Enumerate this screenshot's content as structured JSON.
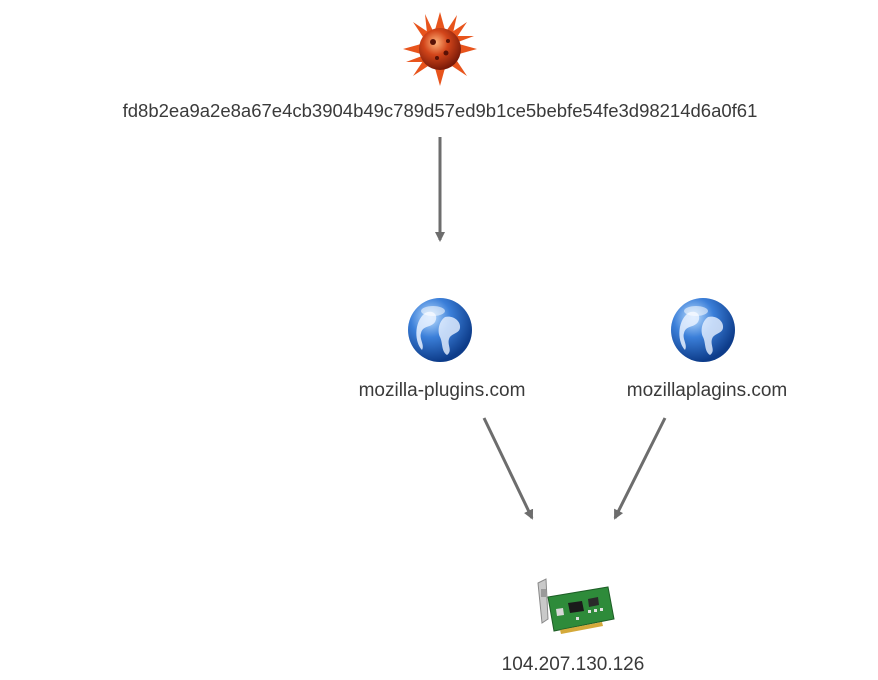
{
  "nodes": [
    {
      "id": "malware",
      "kind": "malware-sample",
      "icon": "virus-icon",
      "label": "fd8b2ea9a2e8a67e4cb3904b49c789d57ed9b1ce5bebfe54fe3d98214d6a0f61"
    },
    {
      "id": "domain1",
      "kind": "domain",
      "icon": "globe-icon",
      "label": "mozilla-plugins.com"
    },
    {
      "id": "domain2",
      "kind": "domain",
      "icon": "globe-icon",
      "label": "mozillaplagins.com"
    },
    {
      "id": "ip",
      "kind": "ip-address",
      "icon": "network-card-icon",
      "label": "104.207.130.126"
    }
  ],
  "edges": [
    {
      "from": "malware",
      "to": "domain1"
    },
    {
      "from": "domain1",
      "to": "ip"
    },
    {
      "from": "domain2",
      "to": "ip"
    }
  ],
  "colors": {
    "edge": "#6d6d6d",
    "label": "#3a3a3a",
    "globe": "#2f6fcf",
    "virus": "#d2451a",
    "card": "#2e8b3a"
  }
}
